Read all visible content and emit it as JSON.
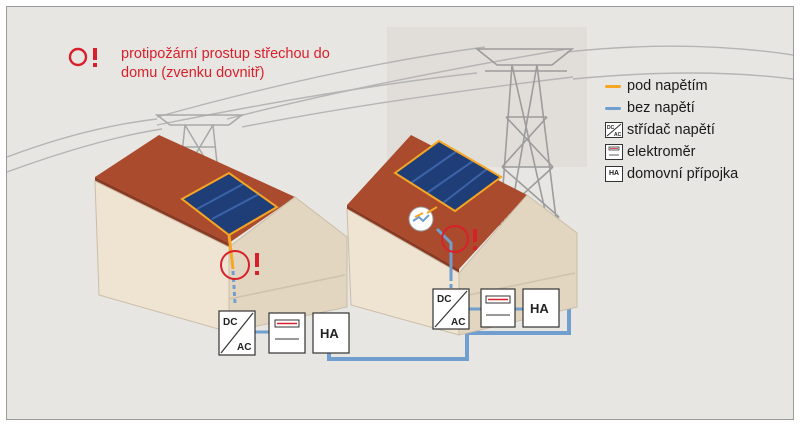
{
  "note": {
    "text": "protipožární prostup střechou do domu (zvenku dovnitř)"
  },
  "legend": [
    {
      "kind": "line",
      "color": "#f5a623",
      "label": "pod napětím"
    },
    {
      "kind": "line",
      "color": "#6f9ecf",
      "label": "bez napětí"
    },
    {
      "kind": "inverter-icon",
      "label": "střídač napětí"
    },
    {
      "kind": "meter-icon",
      "label": "elektroměr"
    },
    {
      "kind": "ha-icon",
      "label": "domovní přípojka"
    }
  ],
  "boxes": {
    "inverter_top": "DC",
    "inverter_bottom": "AC",
    "ha": "HA",
    "legend_ha": "HA"
  },
  "colors": {
    "live": "#f5a623",
    "dead": "#6f9ecf",
    "alert": "#d8202b",
    "roof": "#a94b2c",
    "wall": "#ece1cf",
    "panel": "#1f3e78"
  }
}
